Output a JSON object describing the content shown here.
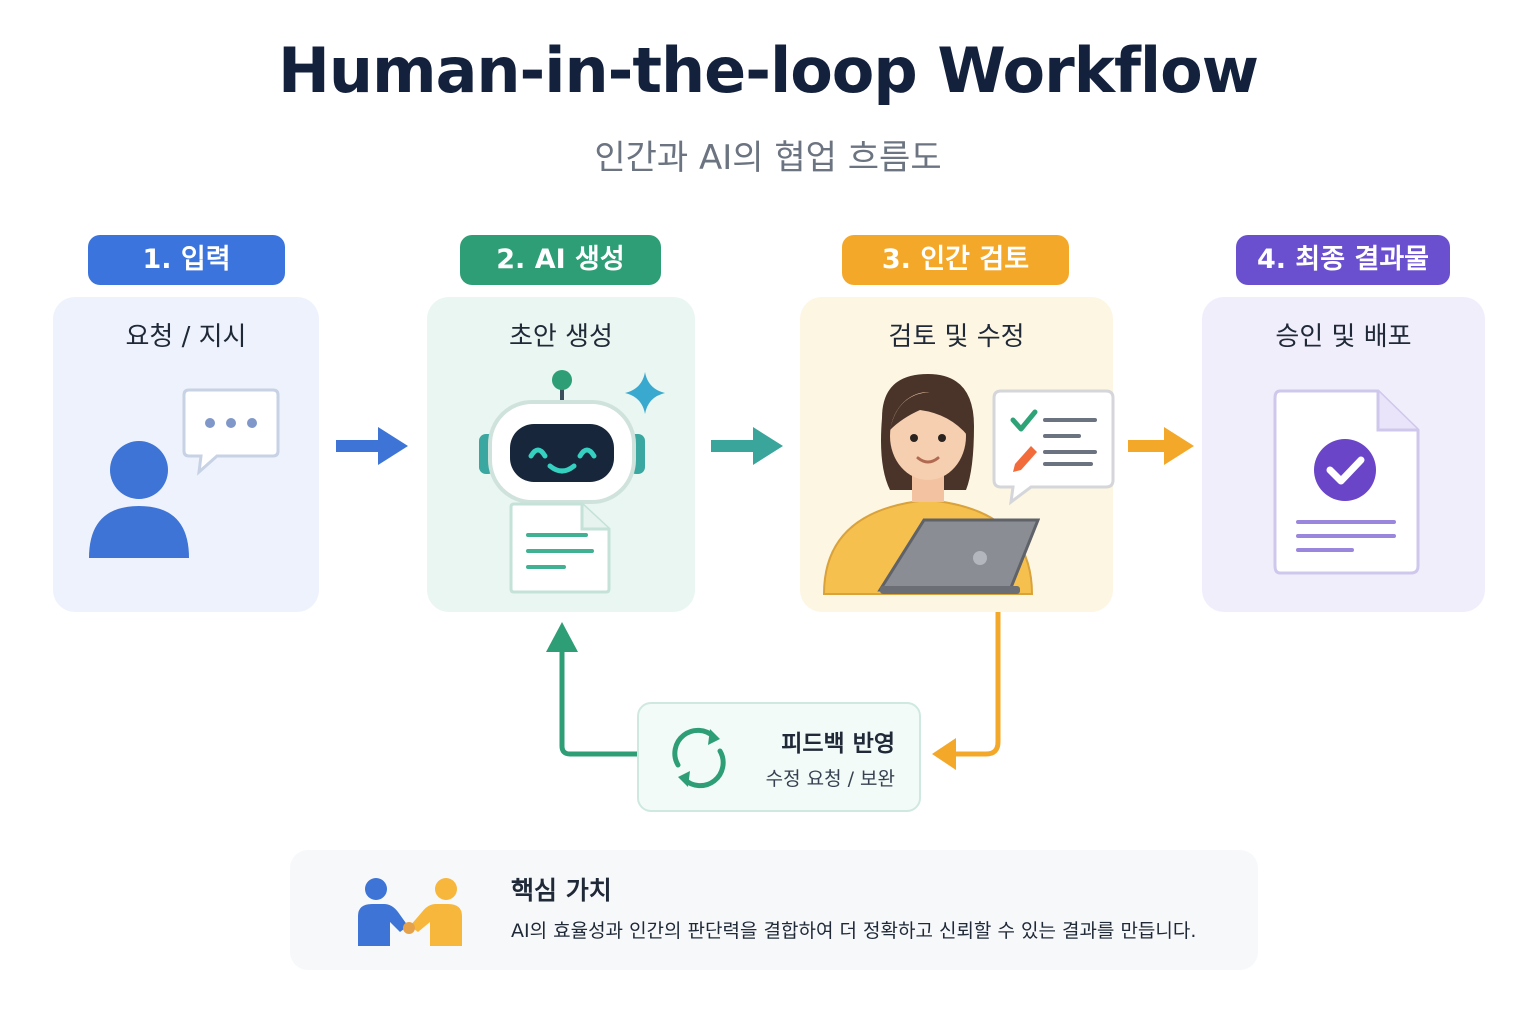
{
  "header": {
    "title": "Human-in-the-loop Workflow",
    "subtitle": "인간과 AI의 협업 흐름도"
  },
  "steps": [
    {
      "badge": "1. 입력",
      "label": "요청 / 지시",
      "color": "#3b74dc",
      "card_bg": "#eef2fc"
    },
    {
      "badge": "2. AI 생성",
      "label": "초안 생성",
      "color": "#2e9e76",
      "card_bg": "#e9f6f1"
    },
    {
      "badge": "3. 인간 검토",
      "label": "검토 및 수정",
      "color": "#f4a82a",
      "card_bg": "#fdf6e3"
    },
    {
      "badge": "4. 최종 결과물",
      "label": "승인 및 배포",
      "color": "#6a4fcf",
      "card_bg": "#f1eefc"
    }
  ],
  "feedback": {
    "title": "피드백 반영",
    "subtitle": "수정 요청 / 보완"
  },
  "core_value": {
    "title": "핵심 가치",
    "description": "AI의 효율성과 인간의 판단력을 결합하여 더 정확하고 신뢰할 수 있는 결과를 만듭니다."
  },
  "icons": [
    "user-icon",
    "speech-bubble-icon",
    "robot-icon",
    "sparkle-icon",
    "document-icon",
    "person-at-laptop-icon",
    "checklist-bubble-icon",
    "approved-document-icon",
    "refresh-icon",
    "handshake-icon"
  ]
}
